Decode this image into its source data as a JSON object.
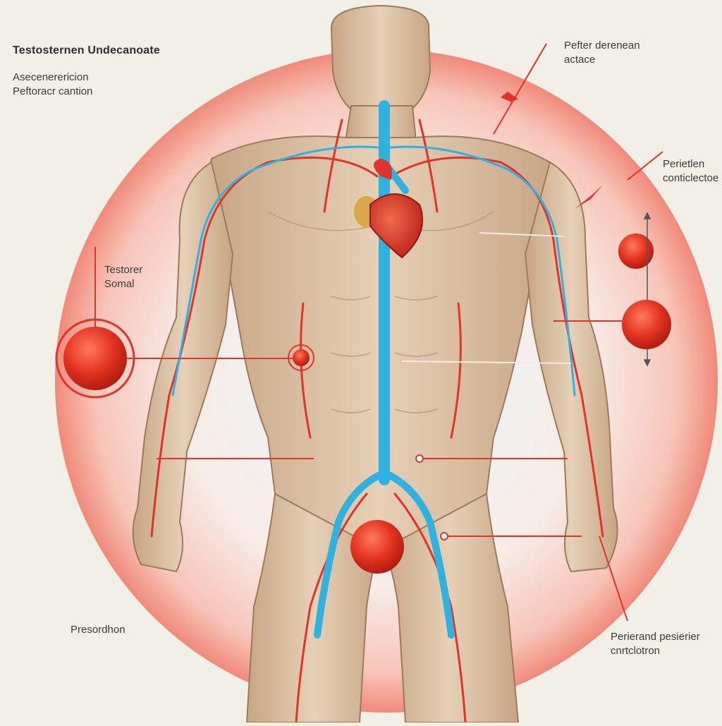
{
  "title": "Testosternen Undecanoate",
  "subtitle": {
    "line1": "Asecenerericion",
    "line2": "Peftoracr cantion"
  },
  "labels": {
    "top_right": {
      "line1": "Pefter derenean",
      "line2": "actace"
    },
    "right_mid": {
      "line1": "Perietlen",
      "line2": "conticlectoe"
    },
    "left_mid": {
      "line1": "Testorer",
      "line2": "Somal"
    },
    "bottom_left": {
      "line1": "Presordhon"
    },
    "bottom_right": {
      "line1": "Perierand pesierier",
      "line2": "cnrtclotron"
    }
  },
  "colors": {
    "background": "#f2efe6",
    "halo": "#f08a7a",
    "artery": "#e0342a",
    "vein": "#2fb2e0",
    "skin": "#dcc3a6",
    "heart": "#d63a2a",
    "molecule": "#e23a26"
  }
}
